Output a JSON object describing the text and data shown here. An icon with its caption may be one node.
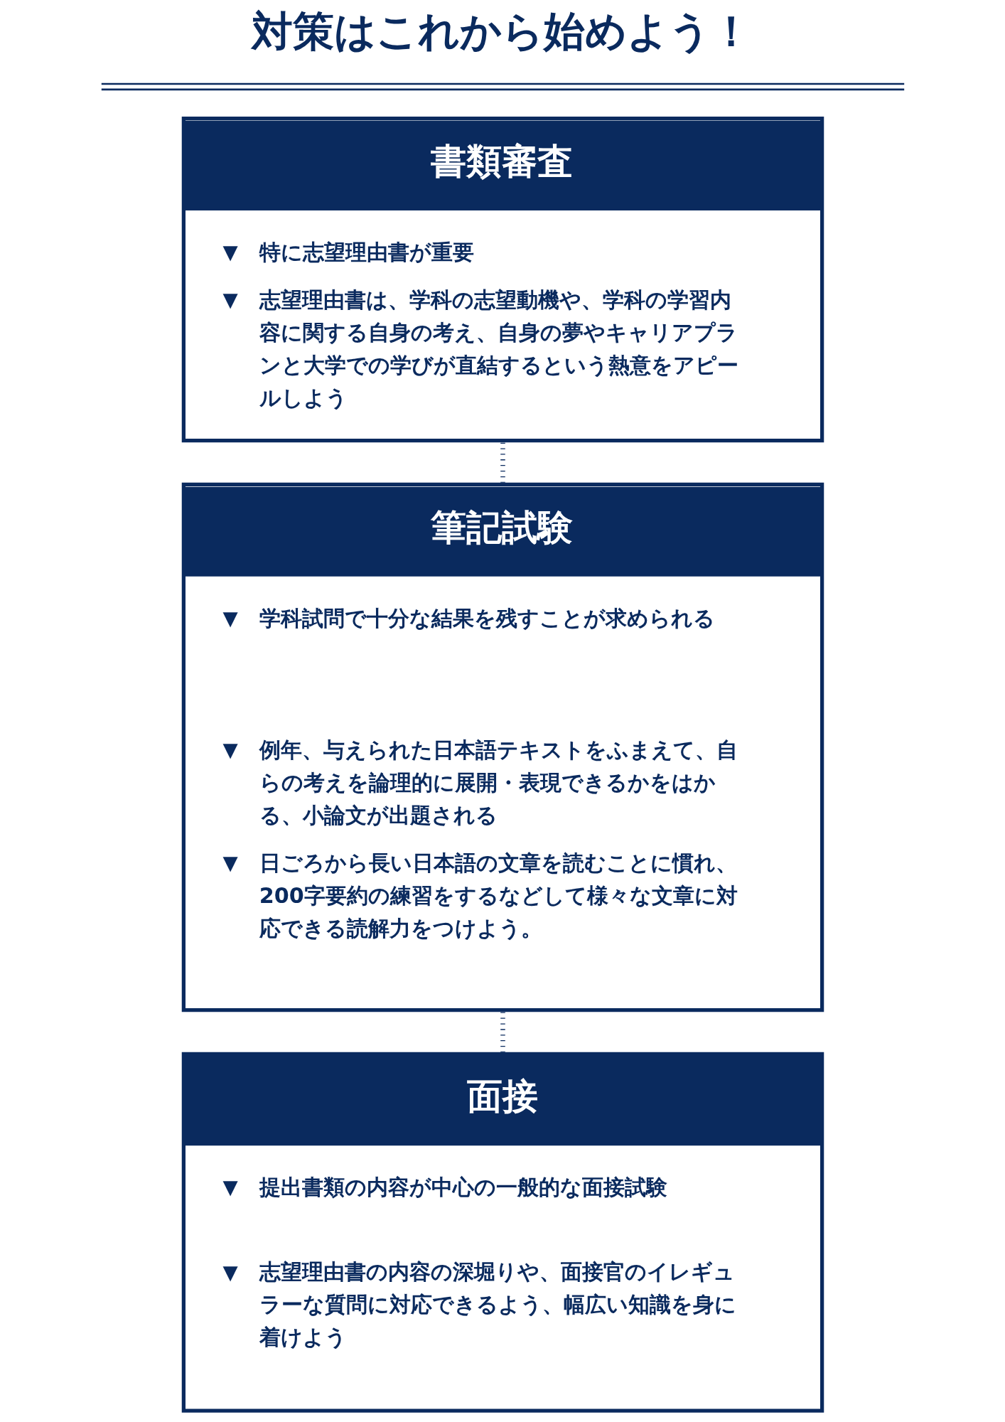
{
  "diagram": {
    "title": "対策はこれから始めよう！",
    "nodes": [
      {
        "text": [
          "書類審査",
          "▼特に志望理由書が重要",
          "▼志望理由書は、学科の志望動機や、学科の学習内容に関する自身の考え、自身の夢やキャリアプランと大学での学びが直結するという熱意をアピールしよう"
        ]
      },
      {
        "text": [
          "筆記試験",
          "▼学科試問で十分な結果を残すことが求められる",
          "▼例年、与えられた日本語テキストをふまえて、自らの考えを論理的に展開・表現できるかをはかる、小論文が出題される",
          "▼日ごろから長い日本語の文章を読むことに慣れ、200字要約の練習をするなどして様々な文章に対応できる読解力をつけよう。"
        ]
      },
      {
        "text": [
          "面接",
          "▼提出書類の内容が中心の一般的な面接試験",
          "▼志望理由書の内容の深堀りや、面接官のイレギュラーな質問に対応できるよう、幅広い知識を身に着けよう"
        ]
      }
    ],
    "edges": [
      {
        "from": 0,
        "to": 1,
        "arrow": "none",
        "style": "dashed"
      },
      {
        "from": 1,
        "to": 2,
        "arrow": "none",
        "style": "dashed"
      }
    ]
  }
}
